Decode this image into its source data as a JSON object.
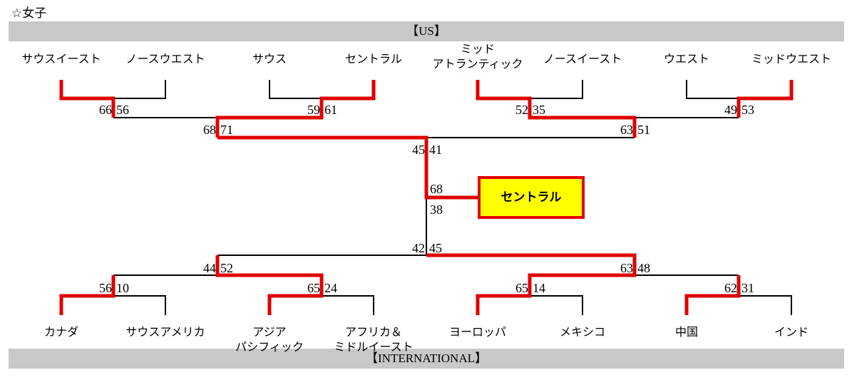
{
  "title": "☆女子",
  "us_label": "【US】",
  "intl_label": "【INTERNATIONAL】",
  "champion": "セントラル",
  "colors": {
    "win": "#e00000",
    "band": "#c8c8c8",
    "champion_fill": "#ffff00"
  },
  "us_teams": [
    "サウスイースト",
    "ノースウエスト",
    "サウス",
    "セントラル",
    "ミッド\nアトランティック",
    "ノースイースト",
    "ウエスト",
    "ミッドウエスト"
  ],
  "intl_teams": [
    "カナダ",
    "サウスアメリカ",
    "アジア\nパシフィック",
    "アフリカ＆\nミドルイースト",
    "ヨーロッパ",
    "メキシコ",
    "中国",
    "インド"
  ],
  "us_scores": {
    "r1": [
      [
        "66",
        "56"
      ],
      [
        "59",
        "61"
      ],
      [
        "52",
        "35"
      ],
      [
        "49",
        "53"
      ]
    ],
    "r2": [
      [
        "68",
        "71"
      ],
      [
        "63",
        "51"
      ]
    ],
    "r3": [
      "45",
      "41"
    ]
  },
  "intl_scores": {
    "r1": [
      [
        "56",
        "10"
      ],
      [
        "65",
        "24"
      ],
      [
        "65",
        "14"
      ],
      [
        "62",
        "31"
      ]
    ],
    "r2": [
      [
        "44",
        "52"
      ],
      [
        "63",
        "48"
      ]
    ],
    "r3": [
      "42",
      "45"
    ]
  },
  "final": [
    "68",
    "38"
  ]
}
